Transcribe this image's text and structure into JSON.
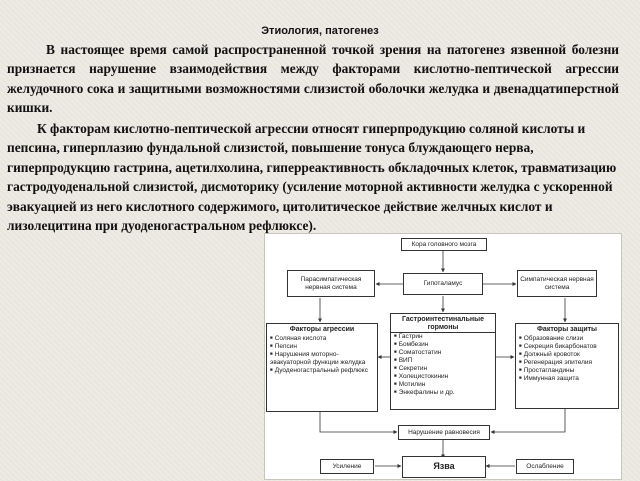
{
  "title": "Этиология, патогенез",
  "paragraph1": "В настоящее время самой распространенной точкой зрения на патогенез язвенной болезни признается нарушение взаимодействия между факторами кислотно-пептической агрессии желудочного сока и защитными возможностями слизистой оболочки желудка и двенадцатиперстной кишки.",
  "paragraph2": "К факторам кислотно-пептической агрессии относят гиперпродукцию соляной кислоты и пепсина, гиперплазию фундальной слизистой, повышение тонуса блуждающего нерва, гиперпродукцию гастрина, ацетилхолина, гиперреактивность обкладочных клеток, травматизацию гастродуоденальной слизистой, дисмоторику (усиление моторной активности желудка с ускоренной эвакуацией из него кислотного содержимого, цитолитическое действие желчных кислот и лизолецитина при дуоденогастральном рефлюксе).",
  "diagram": {
    "cortex": "Кора головного мозга",
    "hypothalamus": "Гипоталамус",
    "parasympathetic": "Парасимпатическая нервная система",
    "sympathetic": "Симпатическая нервная система",
    "hormones": {
      "title": "Гастроинтестинальные гормоны",
      "items": [
        "Гастрин",
        "Бомбезин",
        "Соматостатин",
        "ВИП",
        "Секретин",
        "Холецистокинин",
        "Мотилин",
        "Энкефалины и др."
      ]
    },
    "aggression": {
      "title": "Факторы агрессии",
      "items": [
        "Соляная кислота",
        "Пепсин",
        "Нарушения моторно-эвакуаторной функции желудка",
        "Дуоденогастральный рефлюкс"
      ]
    },
    "protection": {
      "title": "Факторы защиты",
      "items": [
        "Образование слизи",
        "Секреция бикарбонатов",
        "Должный кровоток",
        "Регенерация эпителия",
        "Простагландины",
        "Иммунная защита"
      ]
    },
    "imbalance": "Нарушение равновесия",
    "strengthening": "Усиление",
    "ulcer": "Язва",
    "weakening": "Ослабление"
  }
}
